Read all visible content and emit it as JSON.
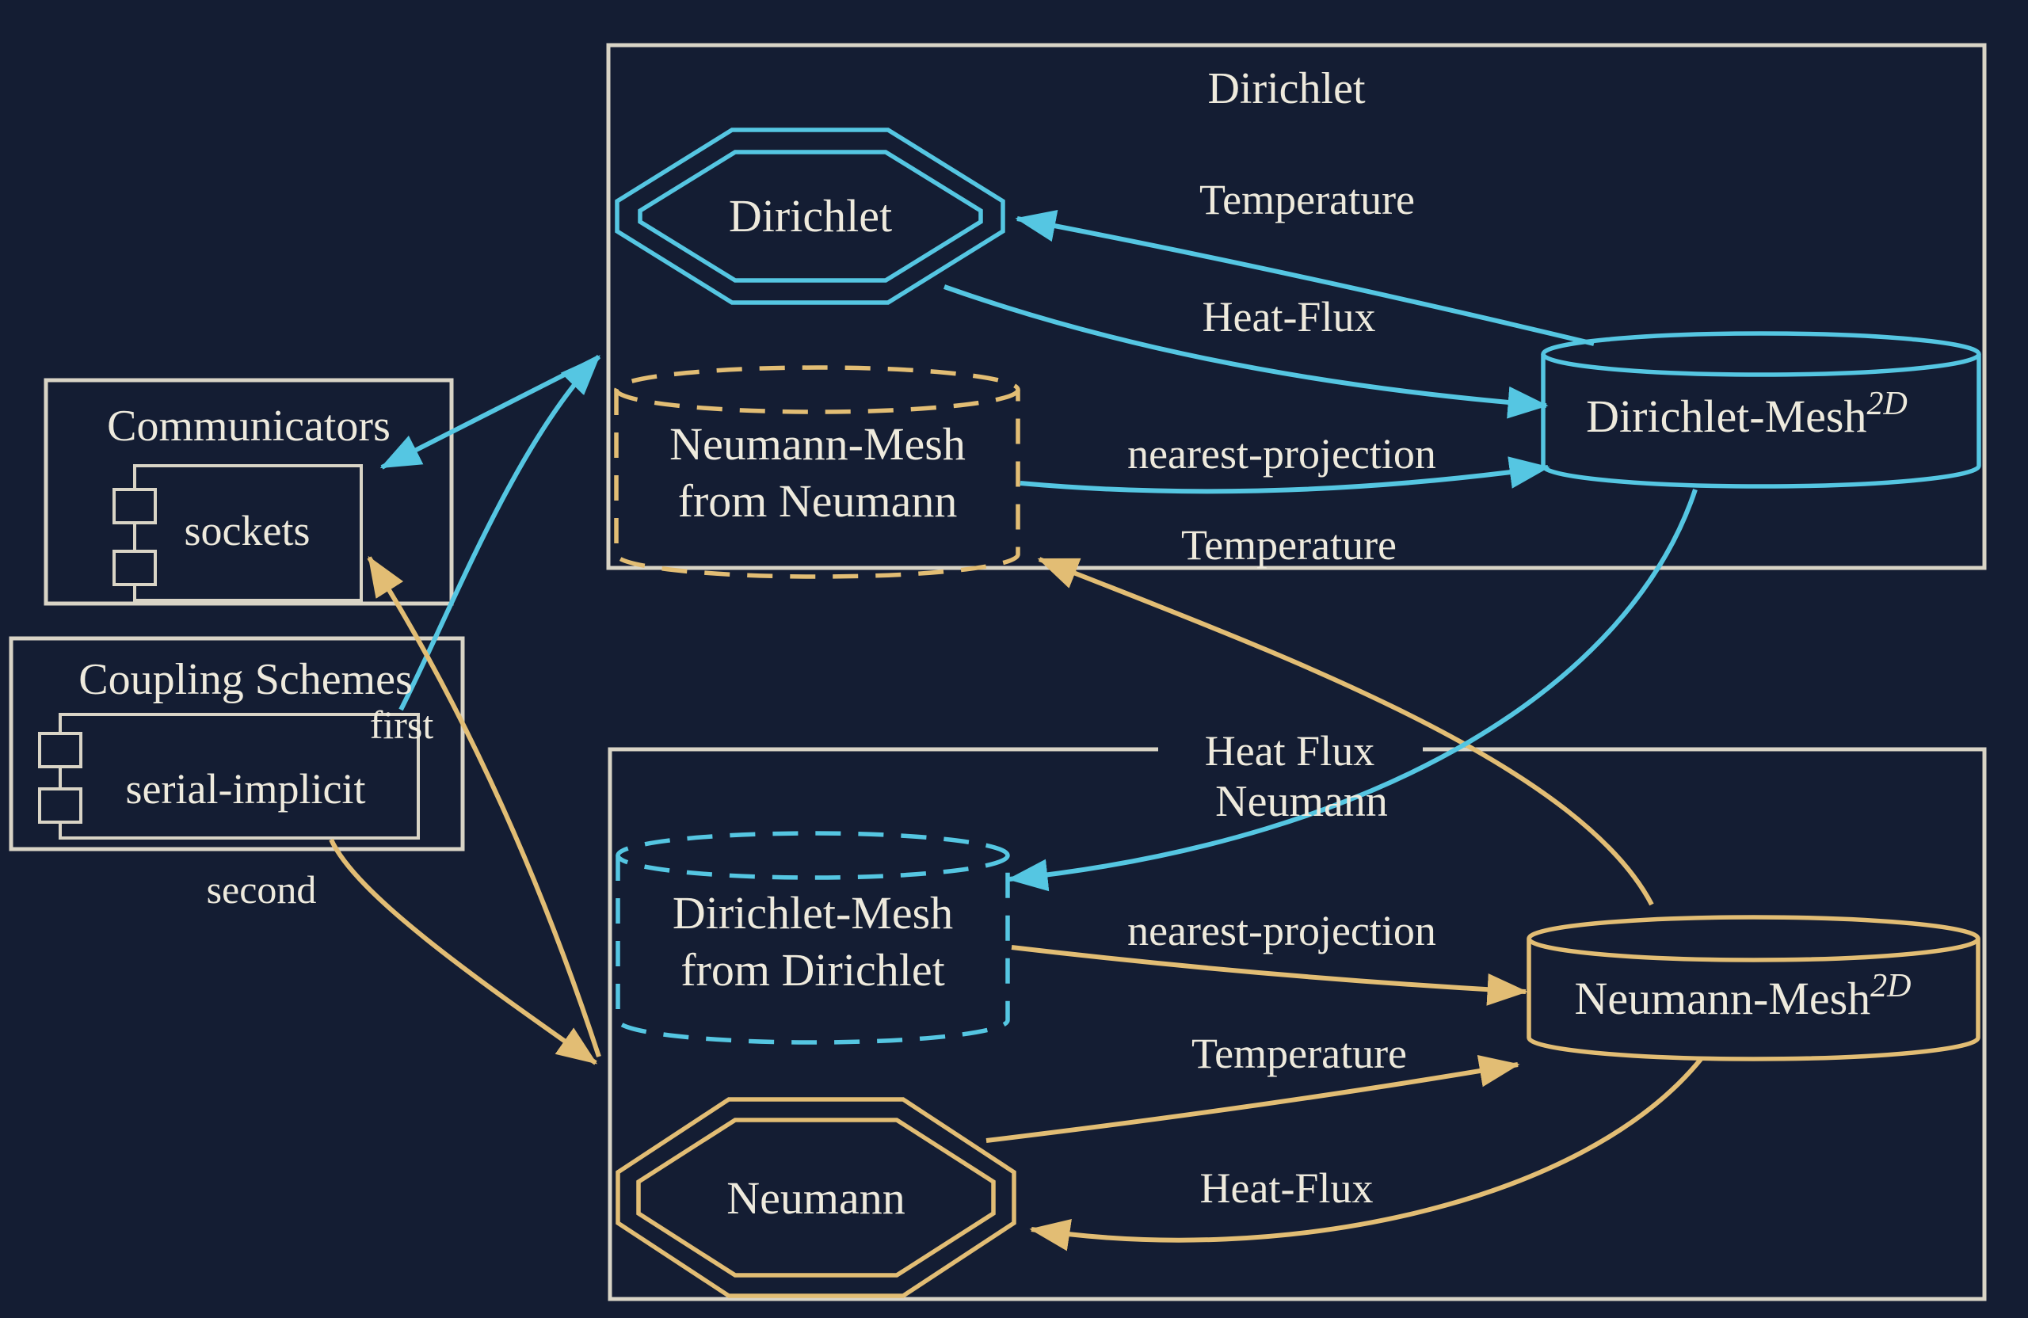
{
  "colors": {
    "background": "#141d33",
    "frame": "#d9d4c6",
    "text": "#eeeadd",
    "dirichlet_accent": "#55c6e2",
    "neumann_accent": "#e2bd74"
  },
  "participants": {
    "dirichlet": {
      "title": "Dirichlet",
      "solver": "Dirichlet",
      "provided_mesh": {
        "name": "Dirichlet-Mesh",
        "dimension": "2D"
      },
      "received_mesh_line1": "Neumann-Mesh",
      "received_mesh_line2": "from Neumann",
      "labels": {
        "temperature": "Temperature",
        "heat_flux": "Heat-Flux",
        "mapping": "nearest-projection",
        "received_temperature": "Temperature"
      }
    },
    "neumann": {
      "title": "Neumann",
      "solver": "Neumann",
      "provided_mesh": {
        "name": "Neumann-Mesh",
        "dimension": "2D"
      },
      "received_mesh_line1": "Dirichlet-Mesh",
      "received_mesh_line2": "from Dirichlet",
      "exchange_label": "Heat Flux",
      "labels": {
        "mapping": "nearest-projection",
        "temperature": "Temperature",
        "heat_flux": "Heat-Flux"
      }
    }
  },
  "communicators": {
    "title": "Communicators",
    "type": "sockets"
  },
  "coupling_schemes": {
    "title": "Coupling Schemes",
    "type": "serial-implicit",
    "first": "first",
    "second": "second"
  }
}
